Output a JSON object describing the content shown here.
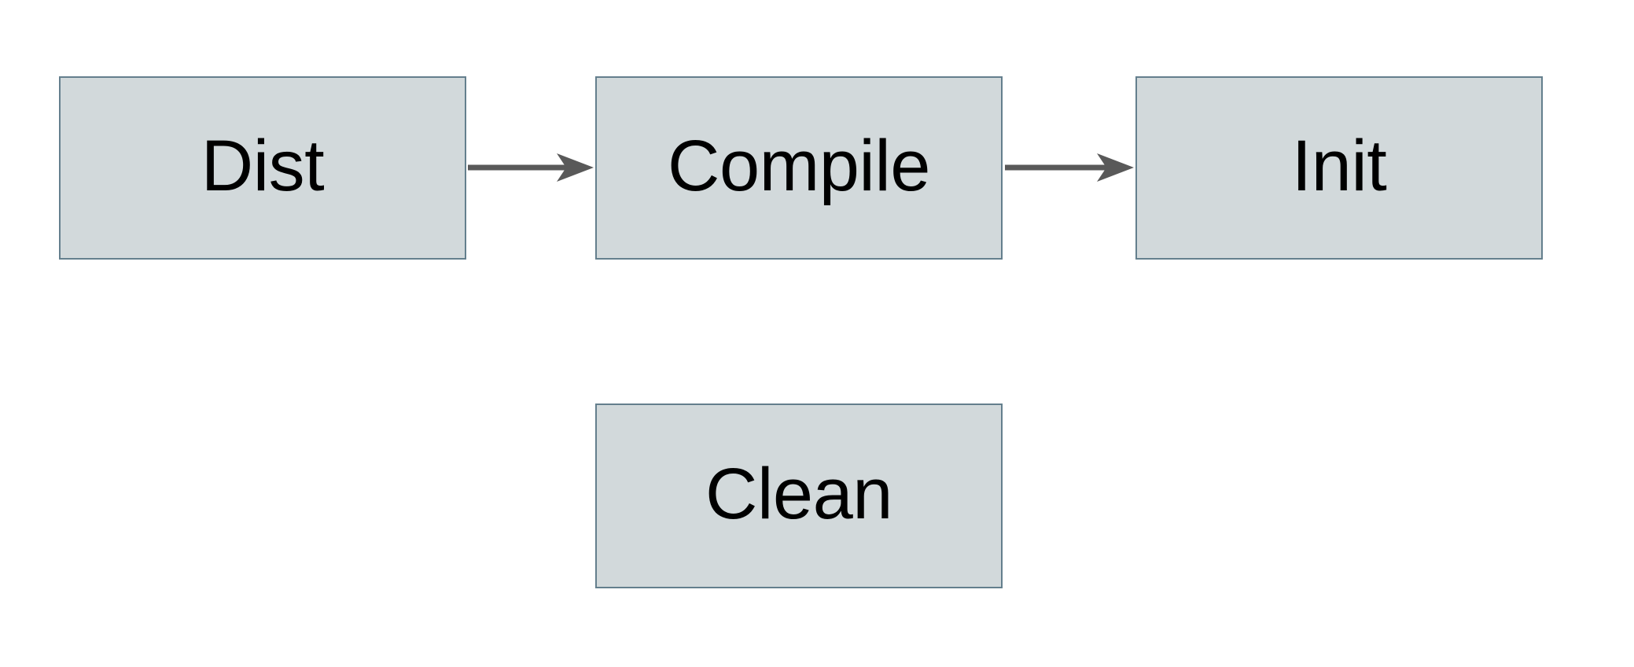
{
  "diagram": {
    "type": "flowchart",
    "background": "#ffffff",
    "nodes": [
      {
        "id": "dist",
        "label": "Dist"
      },
      {
        "id": "compile",
        "label": "Compile"
      },
      {
        "id": "init",
        "label": "Init"
      },
      {
        "id": "clean",
        "label": "Clean"
      }
    ],
    "edges": [
      {
        "from": "Dist",
        "to": "Compile",
        "direction": "right"
      },
      {
        "from": "Compile",
        "to": "Init",
        "direction": "right"
      }
    ],
    "colors": {
      "node_fill": "#d2d9db",
      "node_border": "#647f8d",
      "arrow": "#595959",
      "label_text": "#000000"
    }
  }
}
